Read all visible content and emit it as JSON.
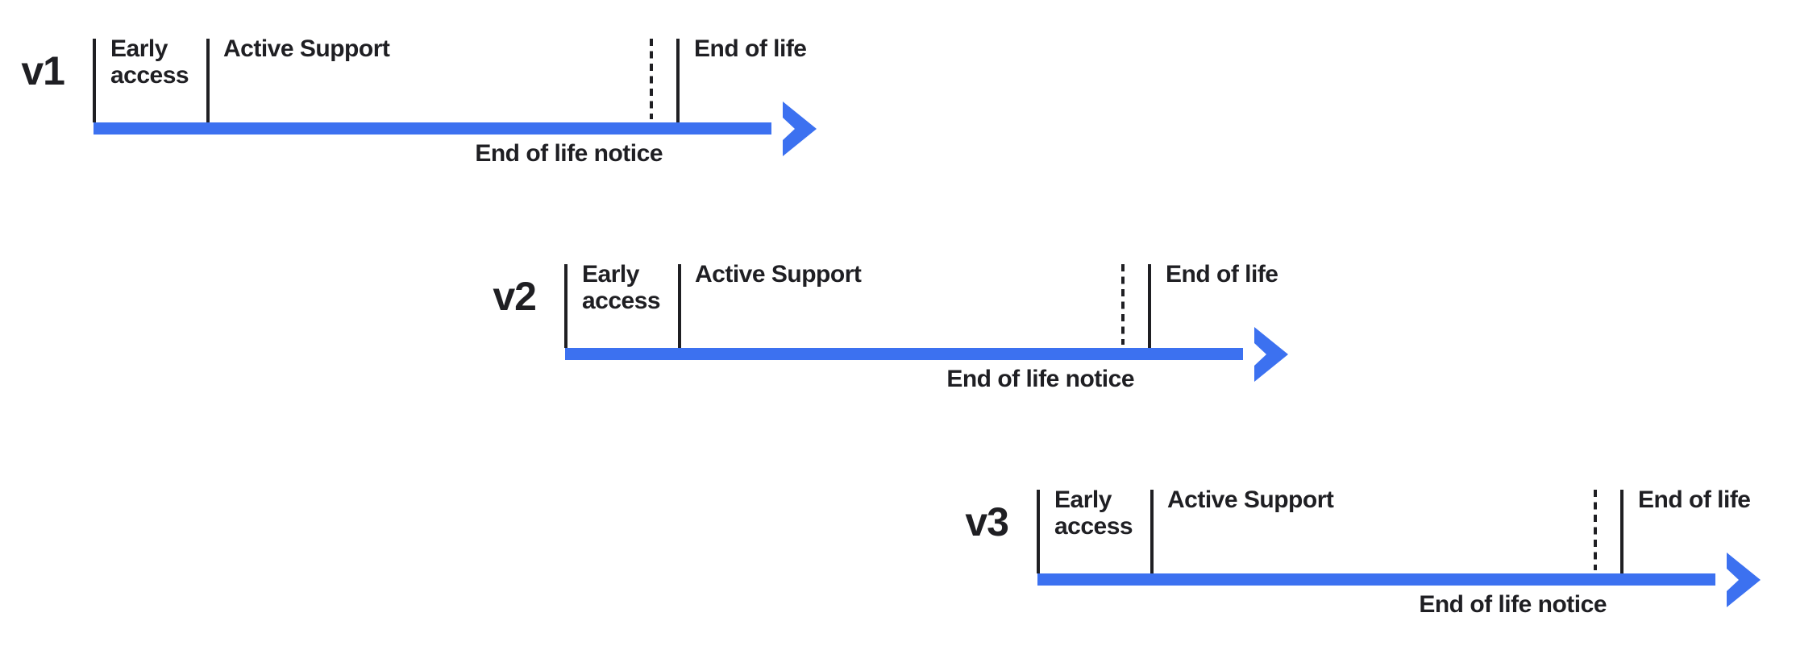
{
  "colors": {
    "arrow_blue": "#3C71F0",
    "ink": "#1F1F23"
  },
  "timelines": [
    {
      "version_label": "v1",
      "phases": {
        "early_access": "Early access",
        "active_support": "Active Support",
        "end_of_life": "End of life",
        "end_of_life_notice": "End of life notice"
      }
    },
    {
      "version_label": "v2",
      "phases": {
        "early_access": "Early access",
        "active_support": "Active Support",
        "end_of_life": "End of life",
        "end_of_life_notice": "End of life notice"
      }
    },
    {
      "version_label": "v3",
      "phases": {
        "early_access": "Early access",
        "active_support": "Active Support",
        "end_of_life": "End of life",
        "end_of_life_notice": "End of life notice"
      }
    }
  ]
}
